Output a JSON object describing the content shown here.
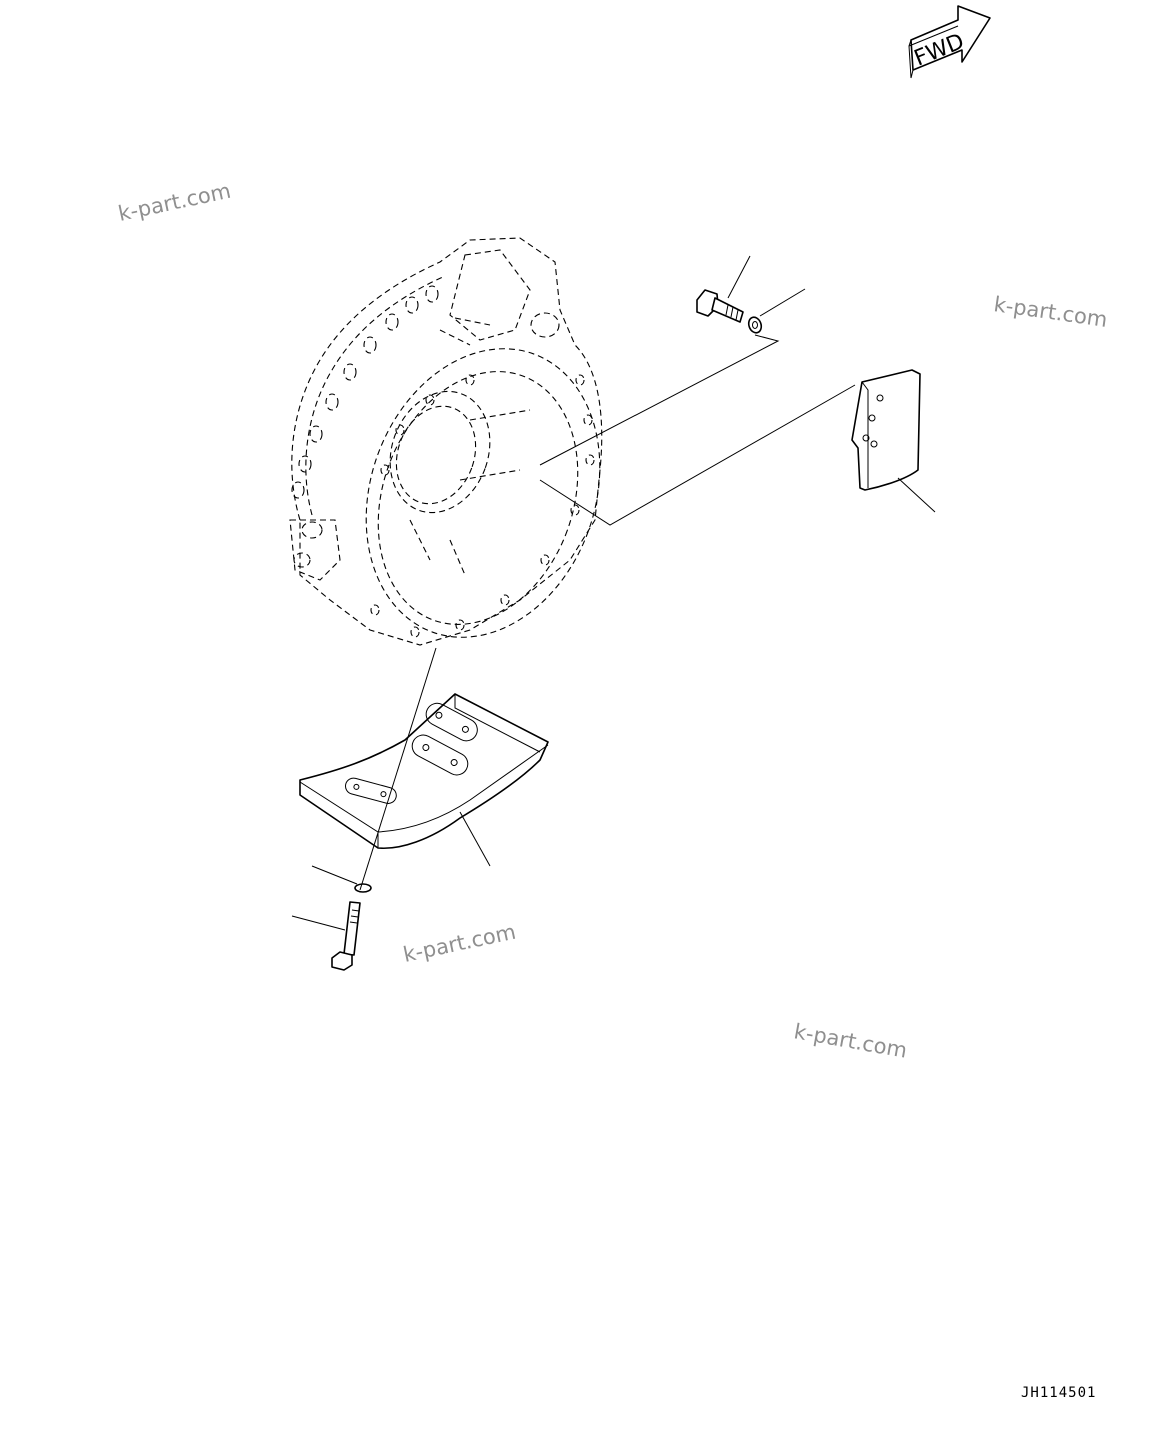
{
  "fwd_label": "FWD",
  "drawing_code": "JH114501",
  "watermarks": [
    "k-part.com",
    "k-part.com",
    "k-part.com",
    "k-part.com"
  ]
}
